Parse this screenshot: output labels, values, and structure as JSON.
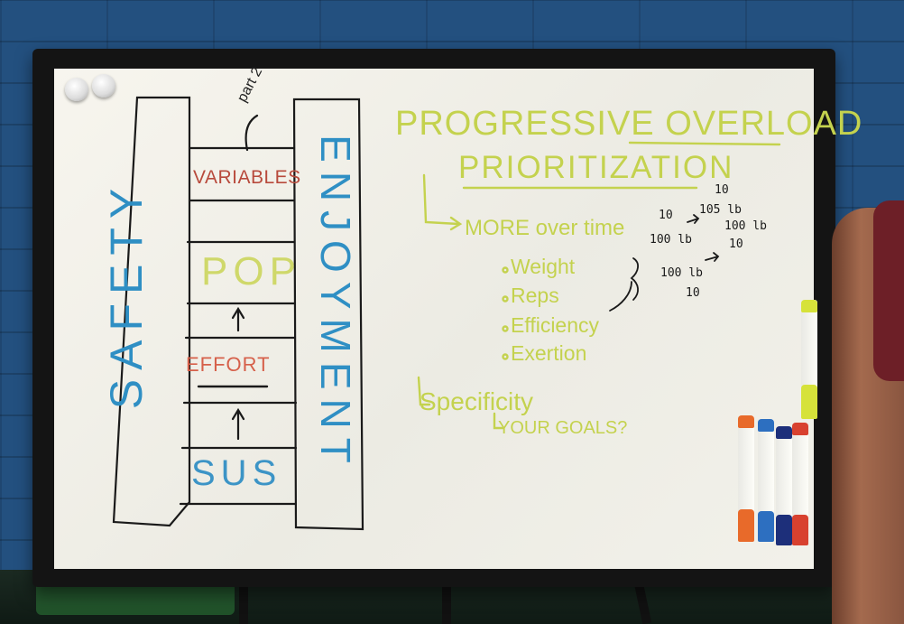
{
  "whiteboard": {
    "ladder": {
      "top_note": "part 2",
      "rungs": [
        "VARIABLES",
        "POP",
        "EFFORT",
        "SUS"
      ],
      "left_rail": "SAFETY",
      "right_rail": "ENJOYMENT"
    },
    "title_line_1": "PROGRESSIVE OVERLOAD",
    "title_line_2": "PRIORITIZATION",
    "more_line": "MORE over time",
    "bullets": [
      "Weight",
      "Reps",
      "Efficiency",
      "Exertion"
    ],
    "specificity_line": "Specificity",
    "goals_line": "YOUR GOALS?",
    "examples": {
      "n10a": "10",
      "n100a": "100 lb",
      "n105": "105 lb",
      "n10b": "10",
      "n100b": "100 lb",
      "n100c": "100 lb",
      "n10c": "10",
      "n10d": "10"
    }
  },
  "colors": {
    "wall": "#23507f",
    "ladder_ink": "#1a1a1a",
    "rail_blue": "#2f8fc4",
    "green": "#c4d24e",
    "red": "#b84a3c",
    "orange_red": "#d6604a"
  },
  "markers": [
    "yellow-marker",
    "orange-marker",
    "blue-marker",
    "navy-marker",
    "red-marker"
  ]
}
